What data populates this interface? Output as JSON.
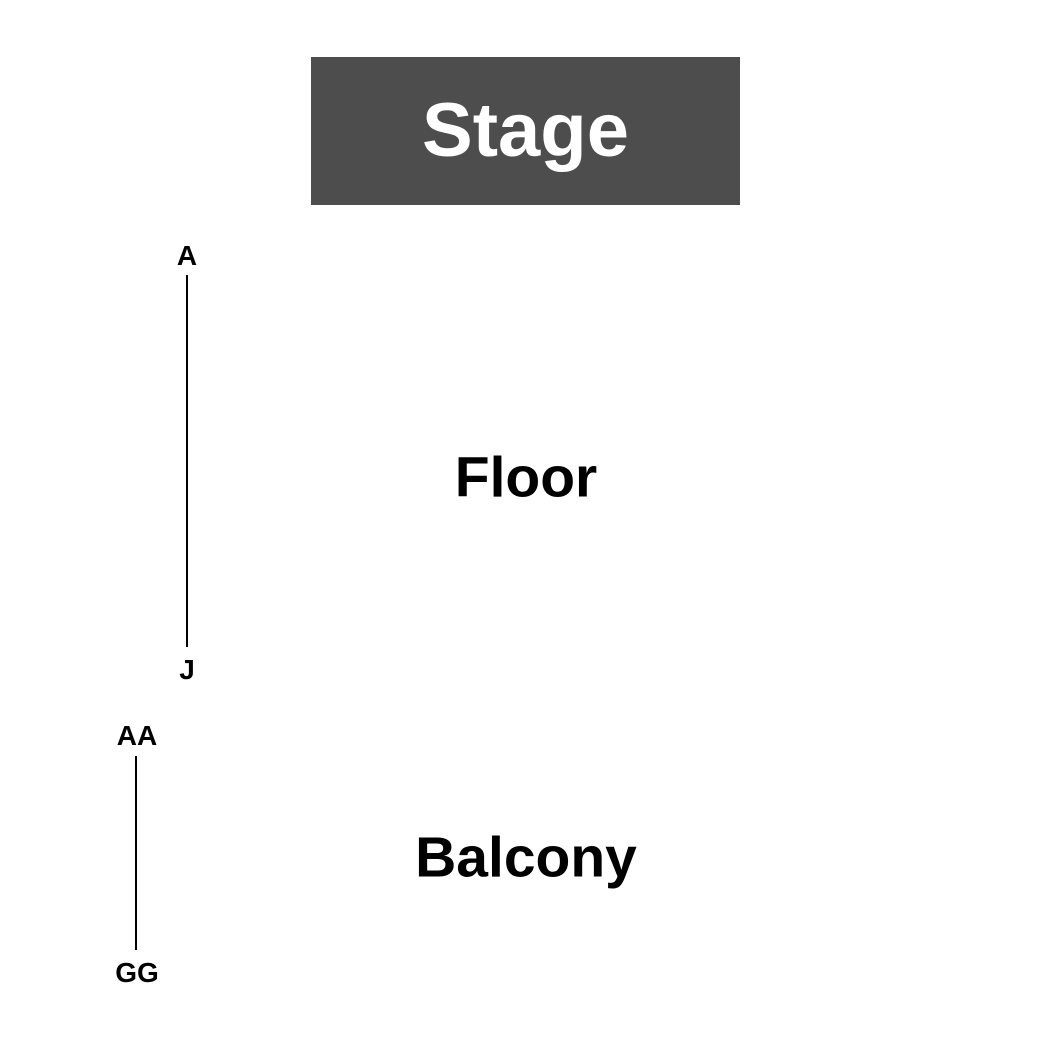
{
  "stage": {
    "label": "Stage",
    "color": "#4d4d4d"
  },
  "sections": {
    "floor": {
      "label": "Floor",
      "rows": {
        "first": "A",
        "last": "J"
      }
    },
    "balcony": {
      "label": "Balcony",
      "rows": {
        "first": "AA",
        "last": "GG"
      }
    }
  }
}
